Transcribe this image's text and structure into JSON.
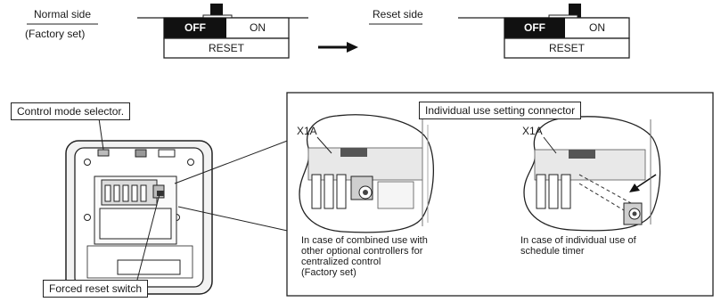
{
  "top": {
    "normal_side": "Normal side",
    "factory_set": "(Factory set)",
    "reset_side": "Reset side",
    "switch_left": {
      "off": "OFF",
      "on": "ON",
      "reset": "RESET"
    },
    "switch_right": {
      "off": "OFF",
      "on": "ON",
      "reset": "RESET"
    }
  },
  "labels": {
    "control_mode_selector": "Control mode selector.",
    "forced_reset_switch": "Forced reset switch",
    "connector_title": "Individual use setting connector",
    "x1a_left": "X1A",
    "x1a_right": "X1A"
  },
  "captions": {
    "left": [
      "In case of combined use with",
      "other optional controllers for",
      "centralized control",
      "(Factory set)"
    ],
    "right": [
      "In case of individual use of",
      "schedule timer"
    ]
  }
}
